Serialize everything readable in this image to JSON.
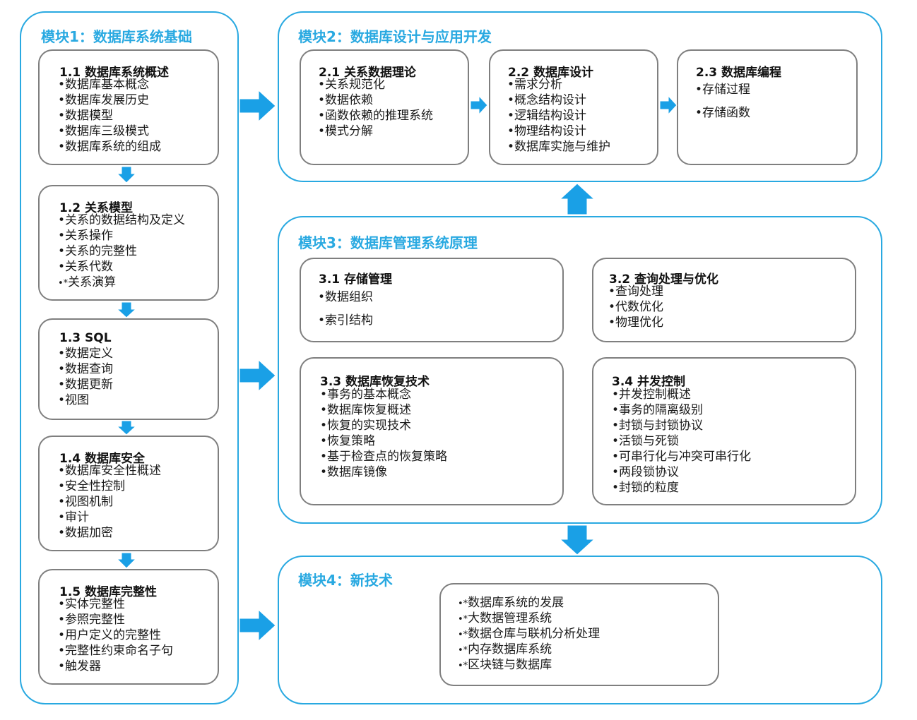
{
  "accent_color": "#29a9e1",
  "arrow_color": "#1aa0e6",
  "module1": {
    "title": "模块1：数据库系统基础",
    "cards": [
      {
        "title": "1.1 数据库系统概述",
        "items": [
          {
            "text": "数据库基本概念"
          },
          {
            "text": "数据库发展历史"
          },
          {
            "text": "数据模型"
          },
          {
            "text": "数据库三级模式"
          },
          {
            "text": "数据库系统的组成"
          }
        ]
      },
      {
        "title": "1.2 关系模型",
        "items": [
          {
            "text": "关系的数据结构及定义"
          },
          {
            "text": "关系操作"
          },
          {
            "text": "关系的完整性"
          },
          {
            "text": "关系代数"
          },
          {
            "text": "关系演算",
            "star": true
          }
        ]
      },
      {
        "title": "1.3 SQL",
        "items": [
          {
            "text": "数据定义"
          },
          {
            "text": "数据查询"
          },
          {
            "text": "数据更新"
          },
          {
            "text": "视图"
          }
        ]
      },
      {
        "title": "1.4 数据库安全",
        "items": [
          {
            "text": "数据库安全性概述"
          },
          {
            "text": "安全性控制"
          },
          {
            "text": "视图机制"
          },
          {
            "text": "审计"
          },
          {
            "text": "数据加密"
          }
        ]
      },
      {
        "title": "1.5 数据库完整性",
        "items": [
          {
            "text": "实体完整性"
          },
          {
            "text": "参照完整性"
          },
          {
            "text": "用户定义的完整性"
          },
          {
            "text": "完整性约束命名子句"
          },
          {
            "text": "触发器"
          }
        ]
      }
    ]
  },
  "module2": {
    "title": "模块2：数据库设计与应用开发",
    "cards": [
      {
        "title": "2.1 关系数据理论",
        "items": [
          {
            "text": "关系规范化"
          },
          {
            "text": "数据依赖"
          },
          {
            "text": "函数依赖的推理系统"
          },
          {
            "text": "模式分解"
          }
        ]
      },
      {
        "title": "2.2 数据库设计",
        "items": [
          {
            "text": "需求分析"
          },
          {
            "text": "概念结构设计"
          },
          {
            "text": "逻辑结构设计"
          },
          {
            "text": "物理结构设计"
          },
          {
            "text": "数据库实施与维护"
          }
        ]
      },
      {
        "title": "2.3 数据库编程",
        "items": [
          {
            "text": "存储过程"
          },
          {
            "text": "存储函数"
          }
        ]
      }
    ]
  },
  "module3": {
    "title": "模块3：数据库管理系统原理",
    "cards": [
      {
        "title": "3.1 存储管理",
        "items": [
          {
            "text": "数据组织"
          },
          {
            "text": "索引结构"
          }
        ]
      },
      {
        "title": "3.2 查询处理与优化",
        "items": [
          {
            "text": "查询处理"
          },
          {
            "text": "代数优化"
          },
          {
            "text": "物理优化"
          }
        ]
      },
      {
        "title": "3.3 数据库恢复技术",
        "items": [
          {
            "text": "事务的基本概念"
          },
          {
            "text": "数据库恢复概述"
          },
          {
            "text": "恢复的实现技术"
          },
          {
            "text": "恢复策略"
          },
          {
            "text": "基于检查点的恢复策略"
          },
          {
            "text": "数据库镜像"
          }
        ]
      },
      {
        "title": "3.4 并发控制",
        "items": [
          {
            "text": "并发控制概述"
          },
          {
            "text": "事务的隔离级别"
          },
          {
            "text": "封锁与封锁协议"
          },
          {
            "text": "活锁与死锁"
          },
          {
            "text": "可串行化与冲突可串行化"
          },
          {
            "text": "两段锁协议"
          },
          {
            "text": "封锁的粒度"
          }
        ]
      }
    ]
  },
  "module4": {
    "title": "模块4：新技术",
    "items": [
      {
        "text": "数据库系统的发展",
        "star": true
      },
      {
        "text": "大数据管理系统",
        "star": true
      },
      {
        "text": "数据仓库与联机分析处理",
        "star": true
      },
      {
        "text": "内存数据库系统",
        "star": true
      },
      {
        "text": "区块链与数据库",
        "star": true
      }
    ]
  }
}
